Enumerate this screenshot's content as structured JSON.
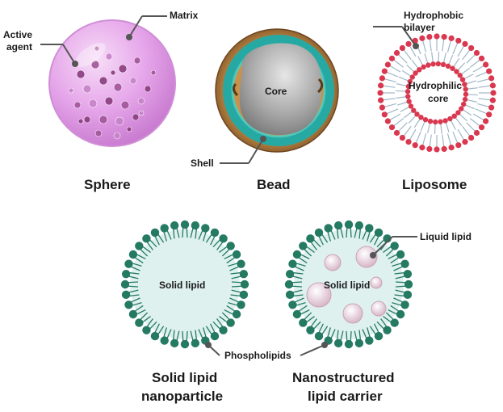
{
  "sphere": {
    "title": "Sphere",
    "label_active_1": "Active",
    "label_active_2": "agent",
    "label_matrix": "Matrix"
  },
  "bead": {
    "title": "Bead",
    "label_core": "Core",
    "label_shell": "Shell"
  },
  "liposome": {
    "title": "Liposome",
    "label_bilayer_1": "Hydrophobic",
    "label_bilayer_2": "bilayer",
    "label_core_1": "Hydrophilic",
    "label_core_2": "core"
  },
  "sln": {
    "title_1": "Solid lipid",
    "title_2": "nanoparticle",
    "label_inner": "Solid lipid"
  },
  "nlc": {
    "title_1": "Nanostructured",
    "title_2": "lipid carrier",
    "label_inner": "Solid lipid",
    "label_liquid": "Liquid lipid"
  },
  "shared": {
    "label_phospholipids": "Phospholipids"
  },
  "colors": {
    "sphere_fill": "#e39ae6",
    "sphere_dot": "#8a3d7f",
    "bead_shell": "#b07a3f",
    "bead_ring": "#27a9a3",
    "bead_core": "#9a9a9a",
    "liposome_head": "#d9384f",
    "liposome_tail": "#9fb7c7",
    "lipid_head": "#257a62",
    "lipid_core": "#dff1ee",
    "liquid_drop": "#e6c7d3"
  }
}
